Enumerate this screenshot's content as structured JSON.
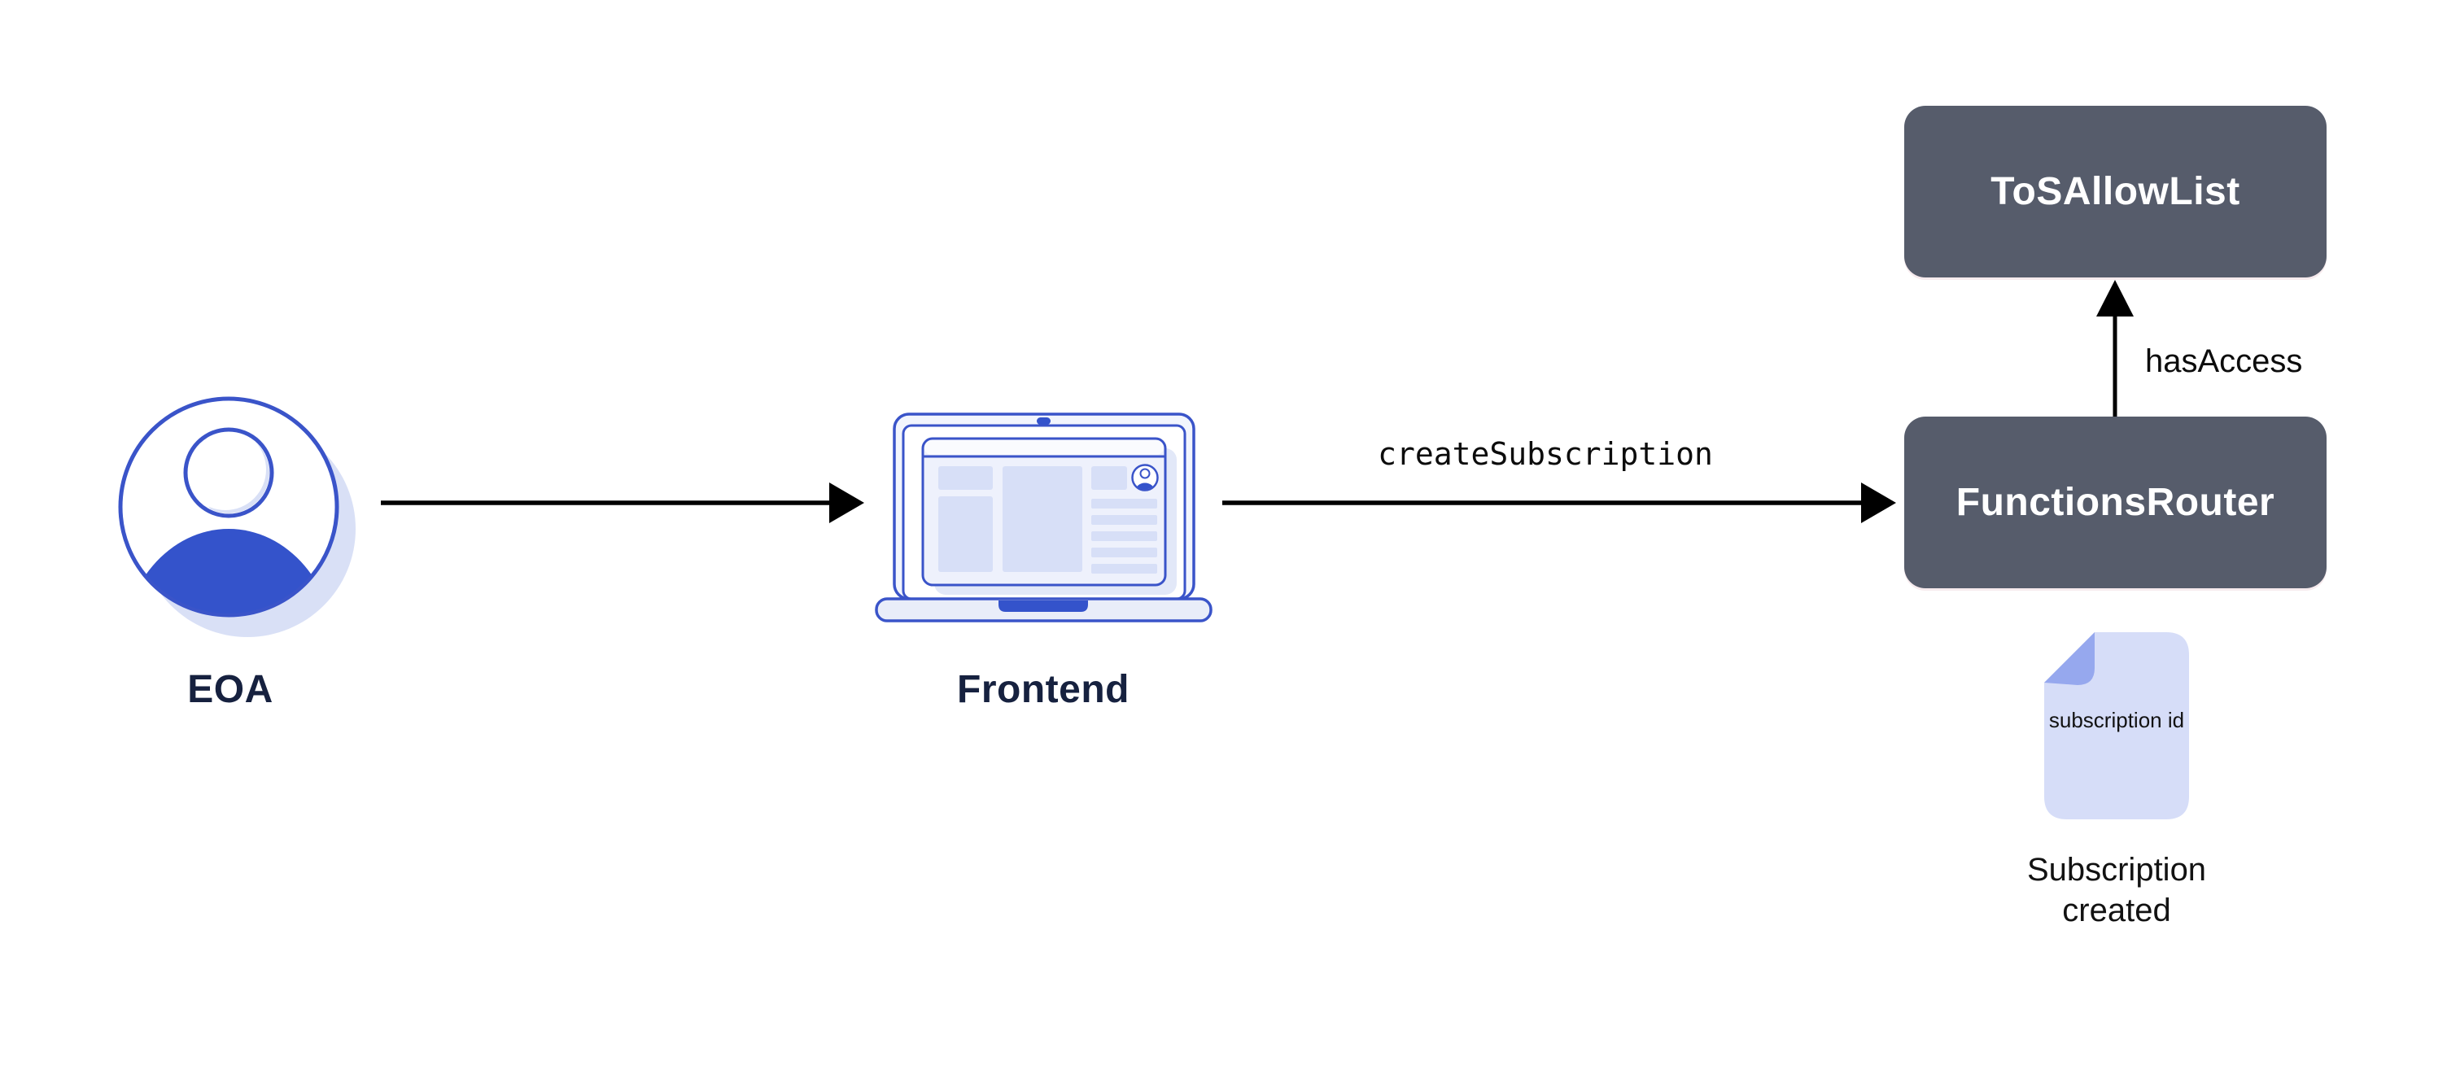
{
  "diagram": {
    "nodes": {
      "eoa": {
        "label": "EOA",
        "icon": "user-avatar-icon"
      },
      "frontend": {
        "label": "Frontend",
        "icon": "laptop-icon"
      },
      "functions_router": {
        "label": "FunctionsRouter",
        "type": "contract-box"
      },
      "tos_allow_list": {
        "label": "ToSAllowList",
        "type": "contract-box"
      },
      "subscription_doc": {
        "icon": "document-icon",
        "doc_text": "subscription id",
        "caption": "Subscription created"
      }
    },
    "edges": {
      "eoa_to_frontend": {
        "from": "EOA",
        "to": "Frontend",
        "label": ""
      },
      "frontend_to_functions_router": {
        "from": "Frontend",
        "to": "FunctionsRouter",
        "label": "createSubscription"
      },
      "functions_router_to_tos_allow_list": {
        "from": "FunctionsRouter",
        "to": "ToSAllowList",
        "label": "hasAccess"
      }
    },
    "colors": {
      "outline_blue": "#3a54c9",
      "fill_blue": "#3453cb",
      "lavender_shadow": "#d9e0f6",
      "panel_fill": "#eef1fc",
      "block_fill": "#d7dff7",
      "doc_fill": "#d6ddf8",
      "doc_fold": "#96a8ee",
      "contract_box_bg": "#565c6b",
      "contract_box_text": "#ffffff",
      "label_navy": "#16213f",
      "arrow_color": "#000000",
      "background": "#ffffff"
    }
  }
}
